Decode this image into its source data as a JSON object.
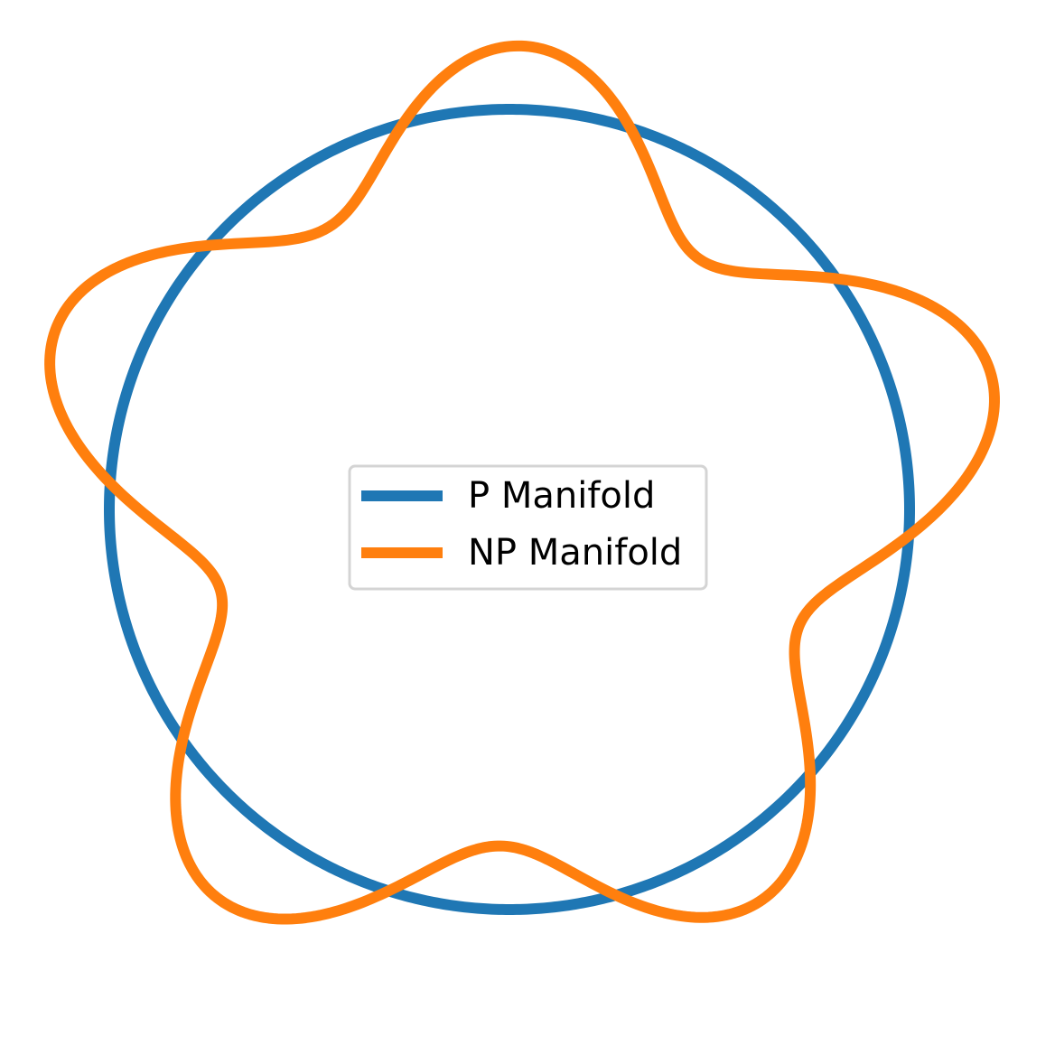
{
  "chart_data": {
    "type": "line",
    "title": "",
    "xlabel": "",
    "ylabel": "",
    "axes_visible": false,
    "grid": false,
    "aspect": "equal",
    "xlim": [
      -1.4,
      1.4
    ],
    "ylim": [
      -1.4,
      1.4
    ],
    "legend": {
      "placement": "center"
    },
    "series": [
      {
        "name": "P Manifold",
        "color": "#1f77b4",
        "shape": "circle",
        "radius": 1.0,
        "center": [
          0,
          0
        ]
      },
      {
        "name": "NP Manifold",
        "color": "#ff7f0e",
        "shape": "polar",
        "base_radius": 1.0,
        "perturbations": [
          {
            "harmonic": 5,
            "amplitude": 0.2,
            "phase_deg": 12
          },
          {
            "harmonic": 3,
            "amplitude": 0.05,
            "phase_deg": 40
          }
        ]
      }
    ]
  }
}
